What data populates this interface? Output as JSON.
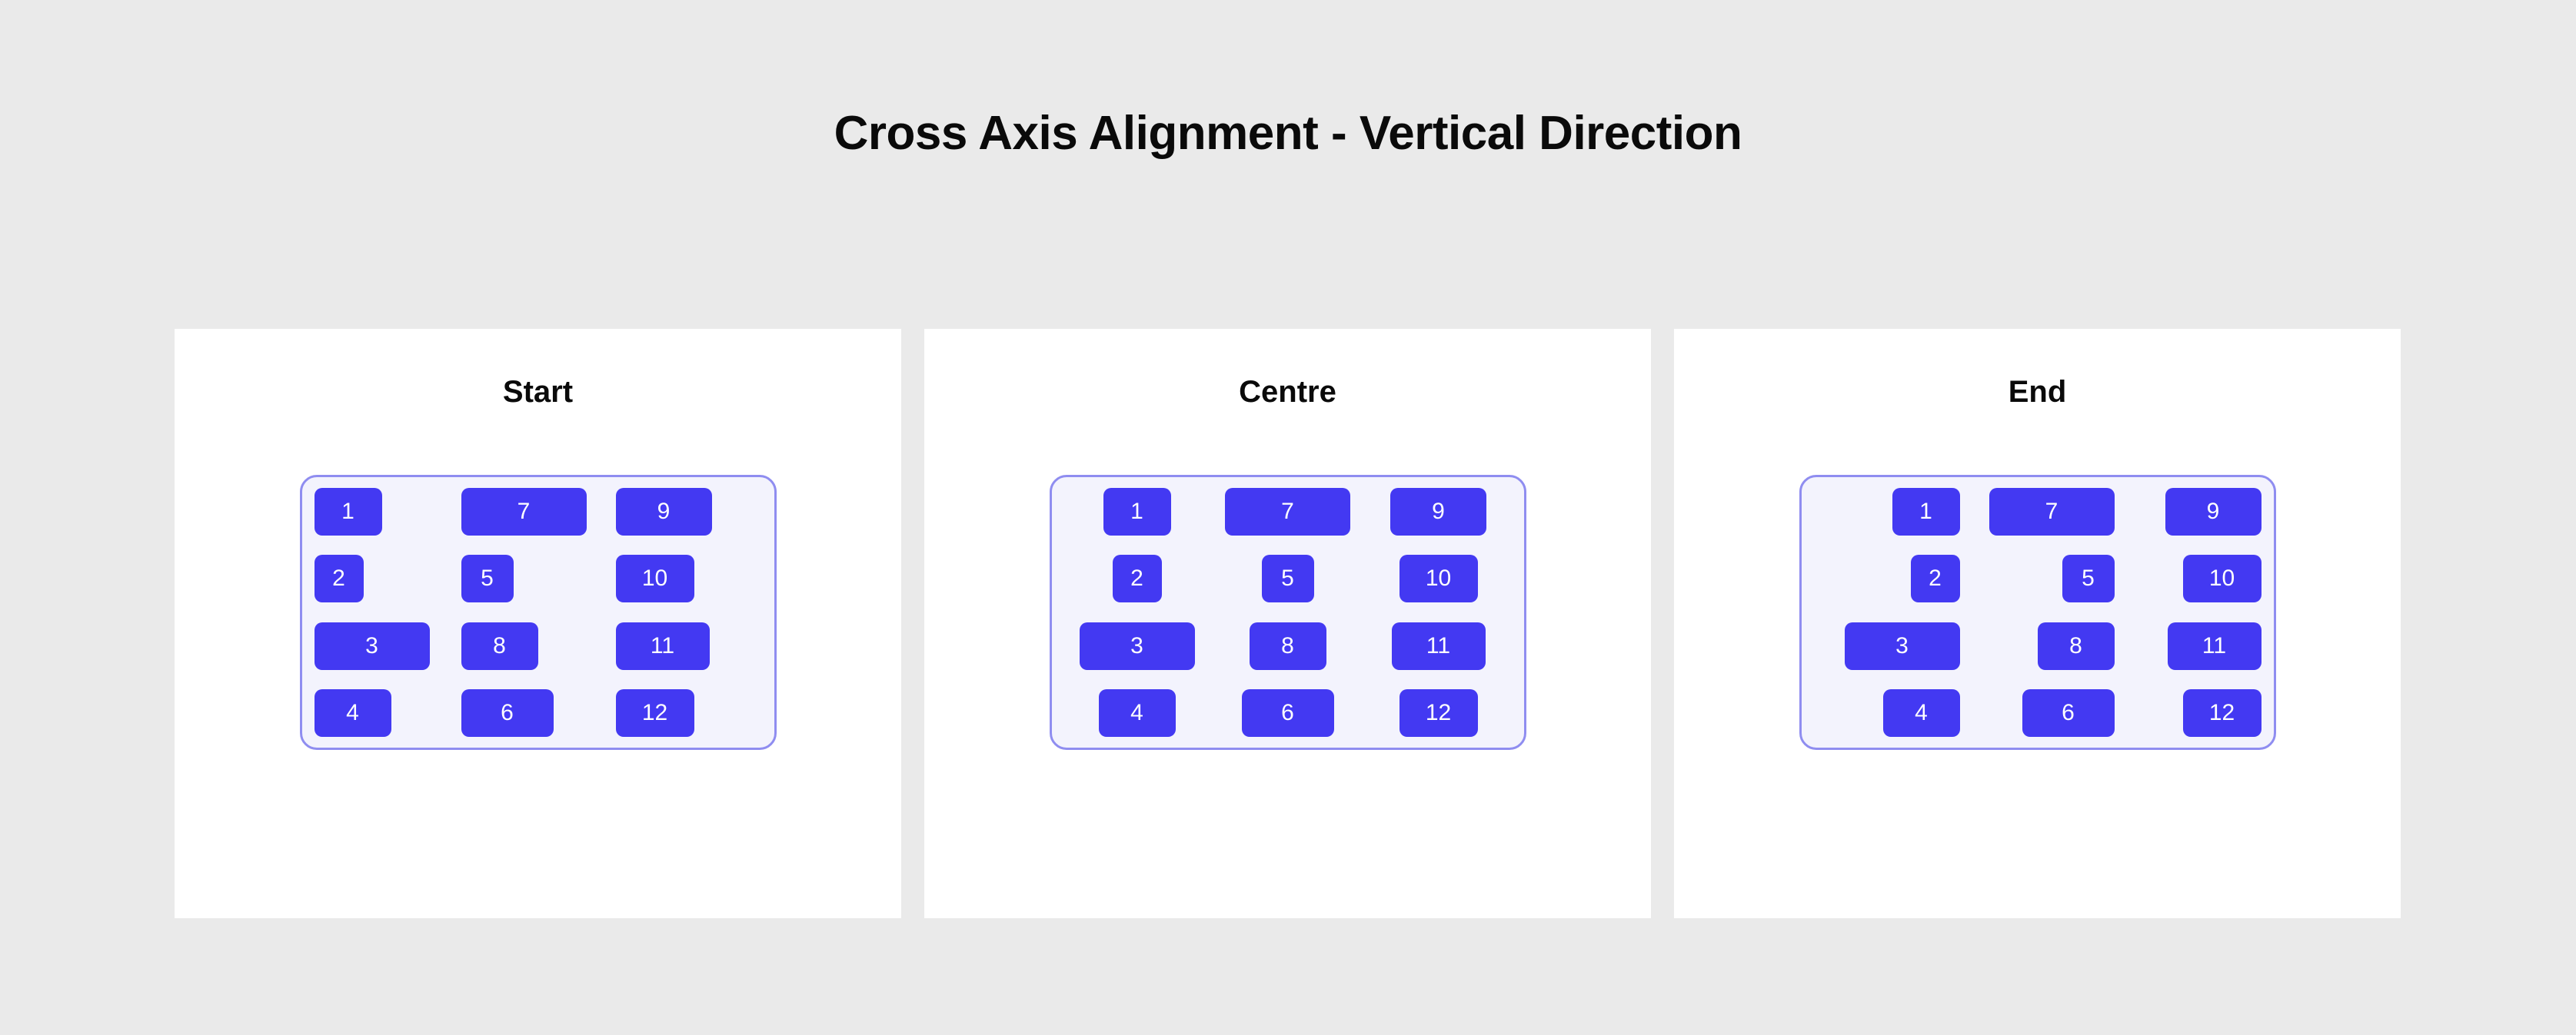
{
  "page": {
    "title": "Cross Axis Alignment - Vertical Direction",
    "background_color": "#eaeaea"
  },
  "theme": {
    "item_color": "#4339f2",
    "item_text_color": "#ffffff",
    "box_fill_color": "#f3f3fd",
    "box_border_color": "#8f8df0",
    "card_background": "#ffffff",
    "title_color": "#0a0a0a"
  },
  "cards": [
    {
      "title": "Start",
      "alignment": "start",
      "columns": [
        {
          "items": [
            {
              "label": "1",
              "width": 88
            },
            {
              "label": "2",
              "width": 64
            },
            {
              "label": "3",
              "width": 150
            },
            {
              "label": "4",
              "width": 100
            }
          ]
        },
        {
          "items": [
            {
              "label": "7",
              "width": 163
            },
            {
              "label": "5",
              "width": 68
            },
            {
              "label": "8",
              "width": 100
            },
            {
              "label": "6",
              "width": 120
            }
          ]
        },
        {
          "items": [
            {
              "label": "9",
              "width": 125
            },
            {
              "label": "10",
              "width": 102
            },
            {
              "label": "11",
              "width": 122
            },
            {
              "label": "12",
              "width": 102
            }
          ]
        }
      ]
    },
    {
      "title": "Centre",
      "alignment": "center",
      "columns": [
        {
          "items": [
            {
              "label": "1",
              "width": 88
            },
            {
              "label": "2",
              "width": 64
            },
            {
              "label": "3",
              "width": 150
            },
            {
              "label": "4",
              "width": 100
            }
          ]
        },
        {
          "items": [
            {
              "label": "7",
              "width": 163
            },
            {
              "label": "5",
              "width": 68
            },
            {
              "label": "8",
              "width": 100
            },
            {
              "label": "6",
              "width": 120
            }
          ]
        },
        {
          "items": [
            {
              "label": "9",
              "width": 125
            },
            {
              "label": "10",
              "width": 102
            },
            {
              "label": "11",
              "width": 122
            },
            {
              "label": "12",
              "width": 102
            }
          ]
        }
      ]
    },
    {
      "title": "End",
      "alignment": "end",
      "columns": [
        {
          "items": [
            {
              "label": "1",
              "width": 88
            },
            {
              "label": "2",
              "width": 64
            },
            {
              "label": "3",
              "width": 150
            },
            {
              "label": "4",
              "width": 100
            }
          ]
        },
        {
          "items": [
            {
              "label": "7",
              "width": 163
            },
            {
              "label": "5",
              "width": 68
            },
            {
              "label": "8",
              "width": 100
            },
            {
              "label": "6",
              "width": 120
            }
          ]
        },
        {
          "items": [
            {
              "label": "9",
              "width": 125
            },
            {
              "label": "10",
              "width": 102
            },
            {
              "label": "11",
              "width": 122
            },
            {
              "label": "12",
              "width": 102
            }
          ]
        }
      ]
    }
  ]
}
